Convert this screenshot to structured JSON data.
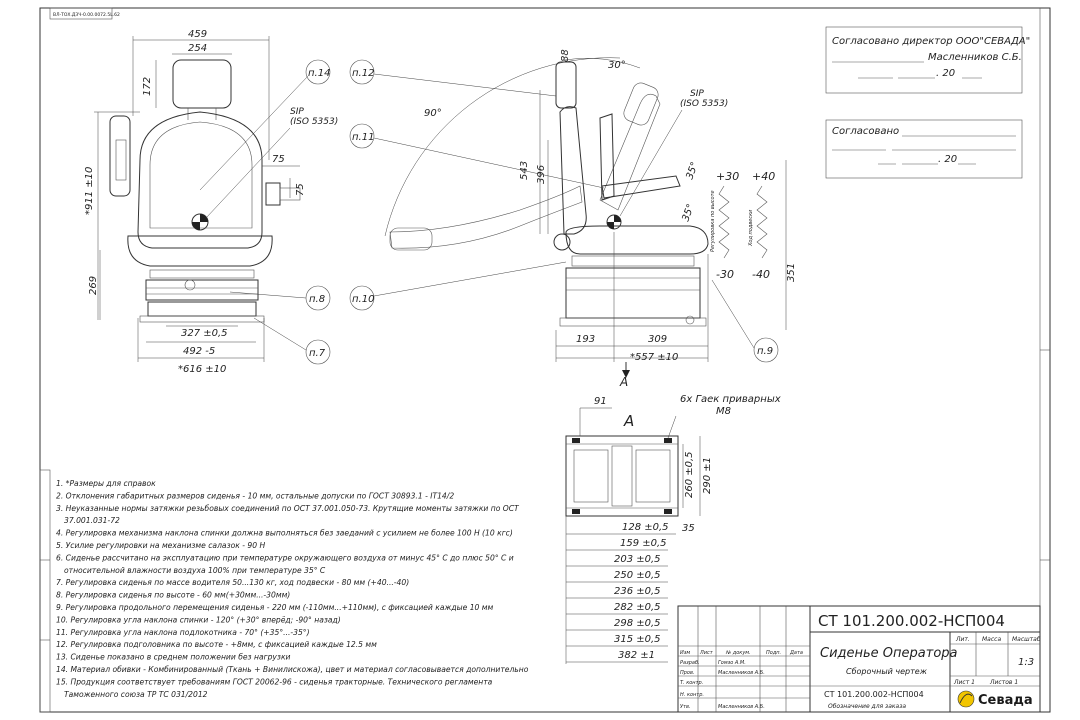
{
  "doc_code_stamp": "ВЛ-ТОХ.ДЗЧ-0.00.0072.5L.62",
  "approval_top": {
    "line1": "Согласовано директор ООО\"СЕВАДА\"",
    "line2": "Масленников С.Б.",
    "date": ". 20"
  },
  "approval_second": {
    "line1": "Согласовано",
    "date": ". 20"
  },
  "front_view": {
    "dims": [
      "459",
      "254",
      "172",
      "*911 ±10",
      "269",
      "75",
      "75",
      "327 ±0,5",
      "492 -5",
      "*616 ±10"
    ],
    "sip": "SIP",
    "sip_iso": "(ISO 5353)",
    "callouts": [
      "п.14",
      "п.8",
      "п.7"
    ]
  },
  "side_view": {
    "dims": [
      "88",
      "30°",
      "90°",
      "543",
      "396",
      "35°",
      "35°",
      "193",
      "309",
      "*557 ±10",
      "351"
    ],
    "sip": "SIP",
    "sip_iso": "(ISO 5353)",
    "callouts": [
      "п.12",
      "п.11",
      "п.10",
      "п.9"
    ],
    "height_adj": {
      "plus": "+30",
      "minus": "-30",
      "label": "Регулировка по высоте"
    },
    "suspension": {
      "plus": "+40",
      "minus": "-40",
      "label": "Ход подвески"
    }
  },
  "view_a": {
    "letter": "А",
    "title_letter": "А",
    "nut_note_line1": "6х Гаек приварных",
    "nut_note_line2": "М8",
    "dims": [
      "91",
      "260 ±0,5",
      "290 ±1",
      "35",
      "128 ±0,5",
      "159 ±0,5",
      "203 ±0,5",
      "250 ±0,5",
      "236 ±0,5",
      "282 ±0,5",
      "298 ±0,5",
      "315 ±0,5",
      "382 ±1"
    ]
  },
  "notes": [
    "1. *Размеры для справок",
    "2. Отклонения габаритных размеров сиденья - 10 мм, остальные допуски по ГОСТ 30893.1 - IT14/2",
    "3. Неуказанные нормы затяжки резьбовых соединений по ОСТ 37.001.050-73. Крутящие моменты затяжки по ОСТ",
    "37.001.031-72",
    "4. Регулировка механизма наклона спинки должна выполняться без заеданий с усилием не более 100 Н (10 кгс)",
    "5. Усилие регулировки на механизме салазок - 90 Н",
    "6. Сиденье рассчитано на эксплуатацию при температуре окружающего воздуха от минус 45° С до плюс 50° С и",
    "относительной влажности воздуха 100% при температуре 35° С",
    "7. Регулировка сиденья по массе водителя 50...130 кг, ход подвески - 80 мм (+40...-40)",
    "8. Регулировка сиденья по высоте - 60 мм(+30мм...-30мм)",
    "9. Регулировка продольного перемещения сиденья - 220 мм (-110мм...+110мм), с фиксацией каждые 10 мм",
    "10. Регулировка угла наклона спинки - 120° (+30° вперёд; -90° назад)",
    "11. Регулировка угла наклона подлокотника - 70° (+35°...-35°)",
    "12. Регулировка подголовника по высоте - +8мм, с фиксацией каждые 12.5 мм",
    "13. Сиденье показано в среднем положении без нагрузки",
    "14. Материал обивки - Комбинированный (Ткань + Винилискожа), цвет и материал согласовывается дополнительно",
    "15. Продукция соответствует требованиям ГОСТ 20062-96 - сиденья тракторные. Технического регламента",
    "Таможенного союза ТР ТС 031/2012"
  ],
  "title_block": {
    "doc_number": "СТ 101.200.002-НСП004",
    "name": "Сиденье Оператора",
    "subtitle": "Сборочный чертеж",
    "doc_number_small": "СТ 101.200.002-НСП004",
    "doc_sub_small": "Обозначение для заказа",
    "col_lit": "Лит.",
    "col_mass": "Масса",
    "col_scale": "Масштаб",
    "scale": "1:3",
    "sheet": "Лист 1",
    "sheets": "Листов 1",
    "rows": [
      {
        "role": "Разраб.",
        "name": "Гомзо А.М."
      },
      {
        "role": "Пров.",
        "name": "Масленников А.Б."
      },
      {
        "role": "Т. контр.",
        "name": ""
      },
      {
        "role": "Н. контр.",
        "name": ""
      },
      {
        "role": "Утв.",
        "name": "Масленников А.Б."
      }
    ],
    "header_cells": [
      "Изм",
      "Лист",
      "№ докум.",
      "Подп.",
      "Дата"
    ],
    "company": "Севада"
  }
}
